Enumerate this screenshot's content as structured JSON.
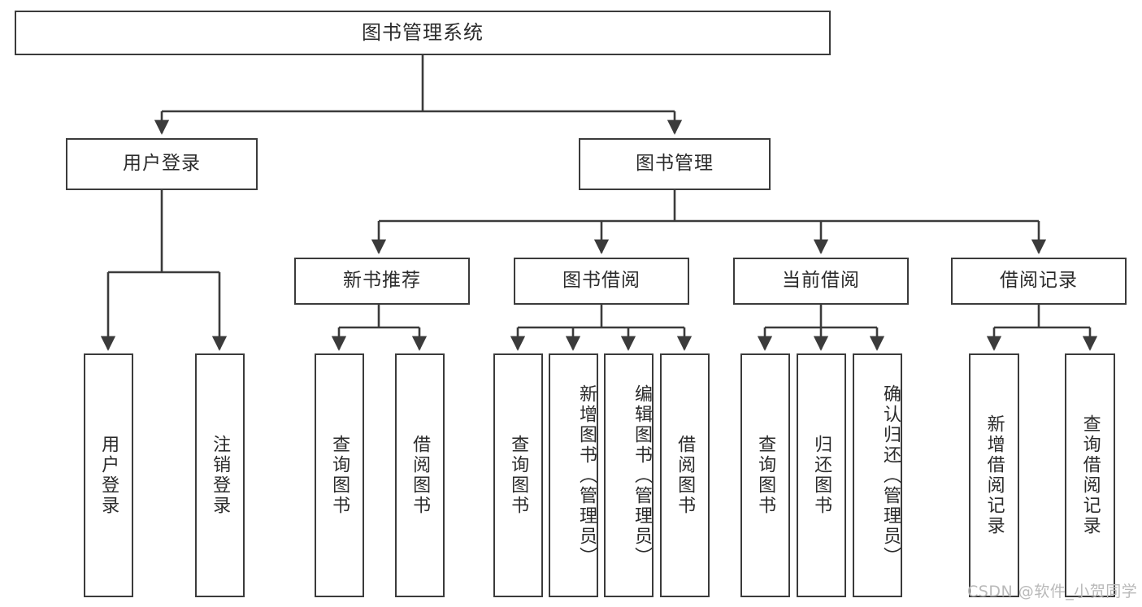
{
  "diagram": {
    "title": "图书管理系统",
    "type": "tree",
    "stroke_color": "#3b3b3b",
    "text_color": "#2b2b2b",
    "background_color": "#ffffff",
    "nodes": {
      "root": {
        "label": "图书管理系统"
      },
      "level1": [
        {
          "id": "user-login",
          "label": "用户登录"
        },
        {
          "id": "book-management",
          "label": "图书管理"
        }
      ],
      "level2": [
        {
          "id": "new-book-recommend",
          "label": "新书推荐"
        },
        {
          "id": "book-borrow",
          "label": "图书借阅"
        },
        {
          "id": "current-borrow",
          "label": "当前借阅"
        },
        {
          "id": "borrow-record",
          "label": "借阅记录"
        }
      ],
      "leaves": {
        "user_login": [
          {
            "id": "leaf-user-login",
            "label": "用户登录"
          },
          {
            "id": "leaf-logout",
            "label": "注销登录"
          }
        ],
        "new_book_recommend": [
          {
            "id": "leaf-query-book-1",
            "label": "查询图书"
          },
          {
            "id": "leaf-borrow-book-1",
            "label": "借阅图书"
          }
        ],
        "book_borrow": [
          {
            "id": "leaf-query-book-2",
            "label": "查询图书"
          },
          {
            "id": "leaf-add-book",
            "label": "新增图书（管理员）"
          },
          {
            "id": "leaf-edit-book",
            "label": "编辑图书（管理员）"
          },
          {
            "id": "leaf-borrow-book-2",
            "label": "借阅图书"
          }
        ],
        "current_borrow": [
          {
            "id": "leaf-query-book-3",
            "label": "查询图书"
          },
          {
            "id": "leaf-return-book",
            "label": "归还图书"
          },
          {
            "id": "leaf-confirm-return",
            "label": "确认归还（管理员）"
          }
        ],
        "borrow_record": [
          {
            "id": "leaf-add-record",
            "label": "新增借阅记录"
          },
          {
            "id": "leaf-query-record",
            "label": "查询借阅记录"
          }
        ]
      }
    }
  },
  "watermark": {
    "text": "CSDN @软件_小贺同学",
    "color": "#b9b9b9"
  }
}
